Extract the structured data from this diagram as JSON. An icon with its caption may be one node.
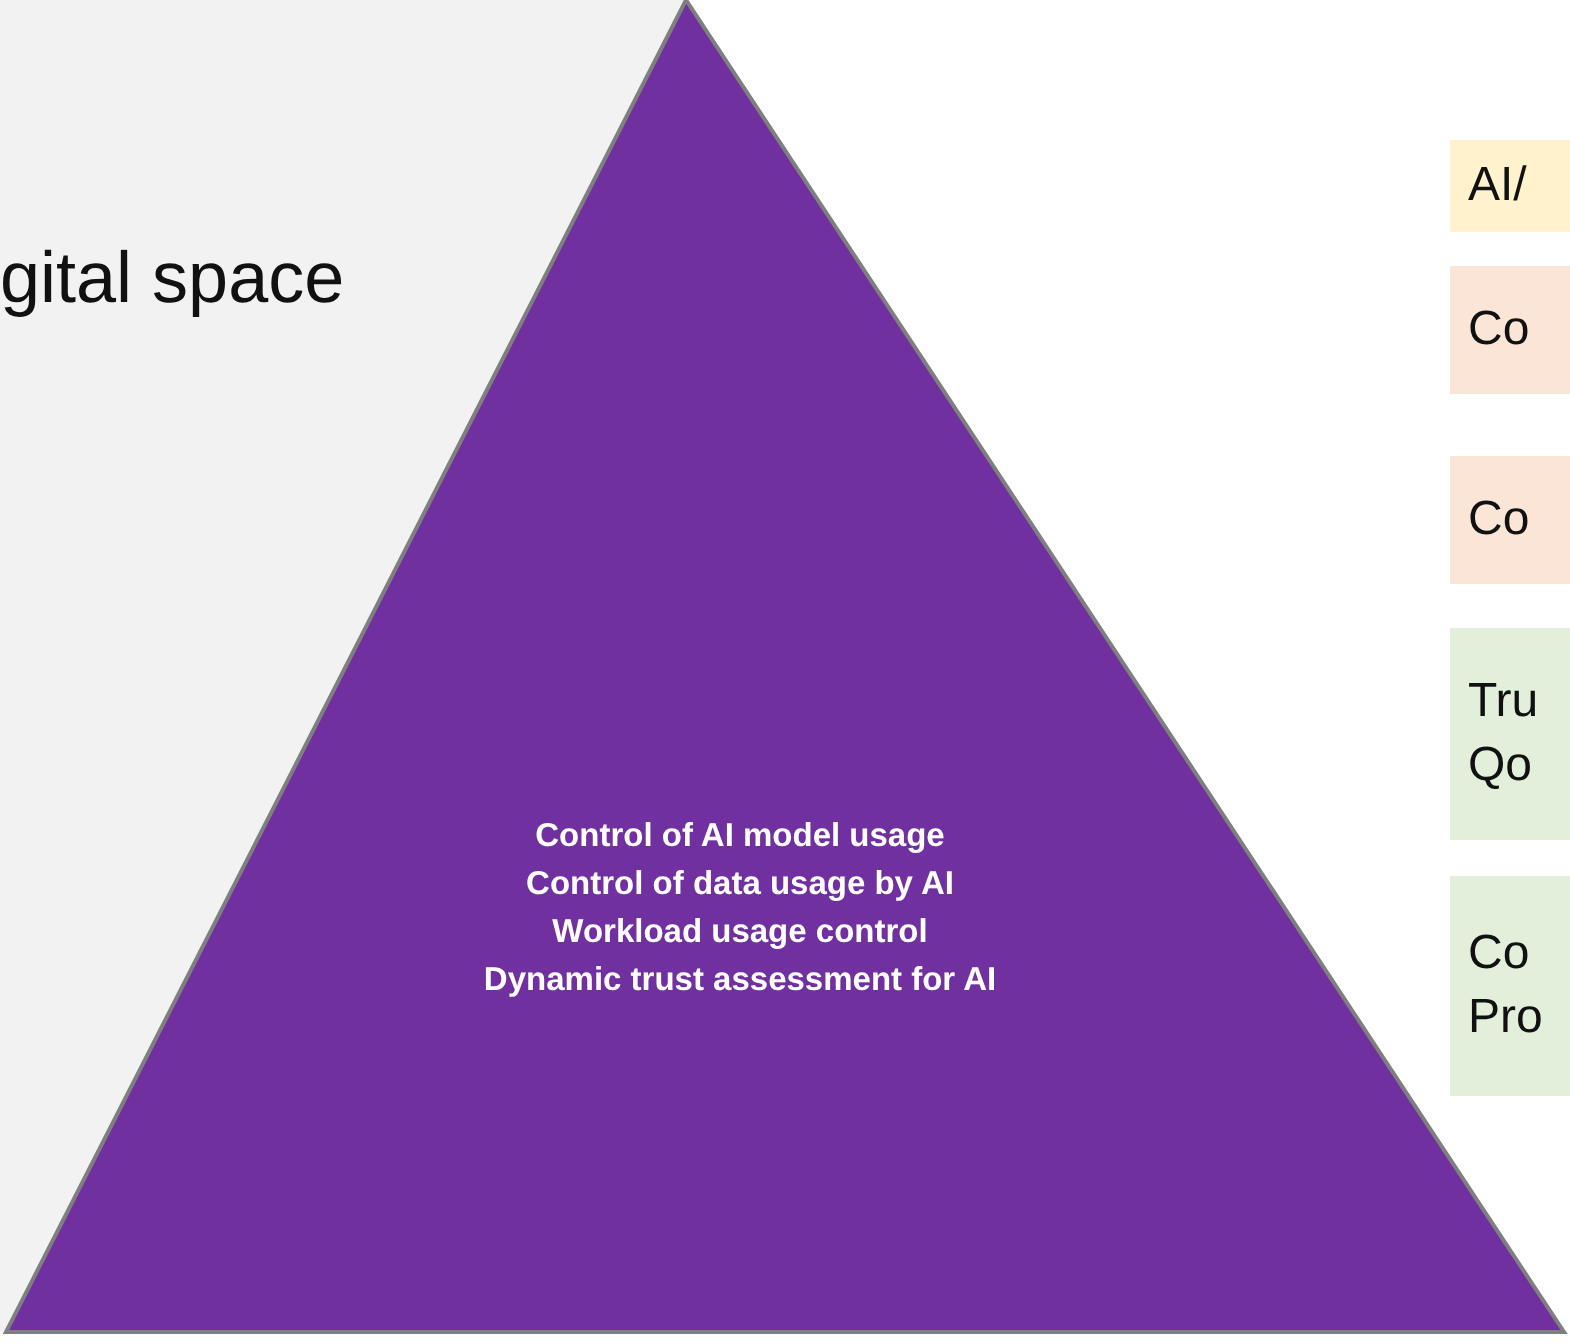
{
  "diagram": {
    "nodes": [
      {
        "text": [
          "gital space"
        ]
      },
      {
        "text": [
          "Control of AI  model usage",
          "Control of data usage  by AI",
          "Workload usage control",
          "Dynamic trust assessment for AI"
        ]
      },
      {
        "text": [
          "AI/"
        ]
      },
      {
        "text": [
          "Co"
        ]
      },
      {
        "text": [
          "Co"
        ]
      },
      {
        "text": [
          "Tru Qo"
        ]
      },
      {
        "text": [
          "Co Pro"
        ]
      }
    ]
  }
}
